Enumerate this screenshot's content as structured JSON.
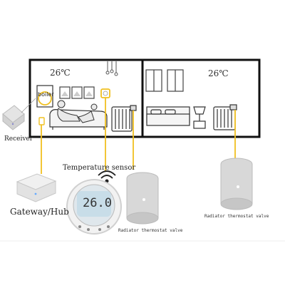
{
  "rooms": {
    "left_temp": "26℃",
    "right_temp": "26℃"
  },
  "devices": {
    "boiler_label": "boiler",
    "receiver_label": "Receiver",
    "temperature_sensor_label": "Temperature sensor",
    "gateway_label": "Gateway/Hub",
    "thermostat_display": "26.0",
    "valve_left_label": "Radiator thermostat valve",
    "valve_right_label": "Radiator thermostat valve"
  },
  "colors": {
    "wire": "#f0c020",
    "wall": "#111111",
    "device": "#e8e8e8",
    "lcd": "#c8dde8"
  }
}
